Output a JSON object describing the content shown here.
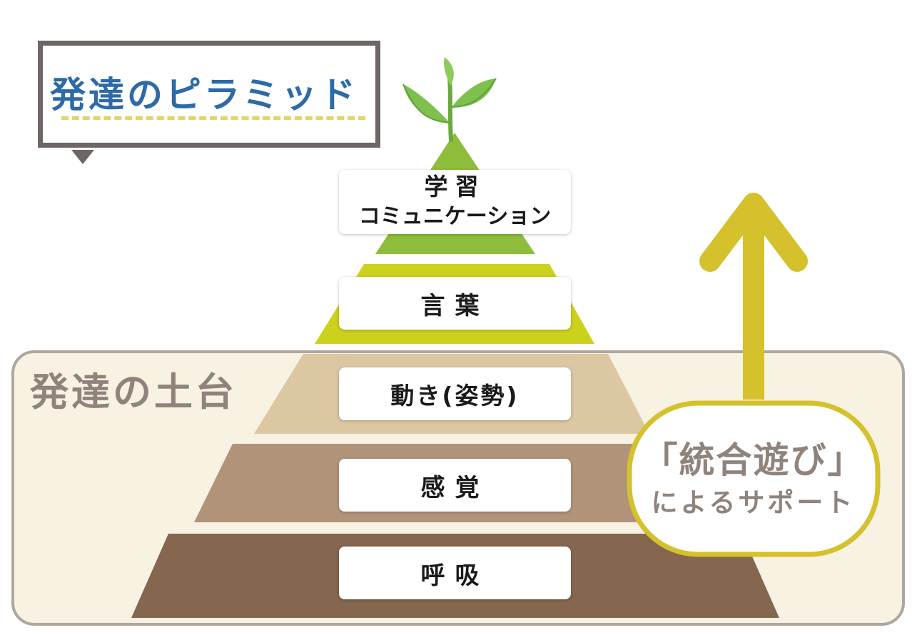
{
  "title": "発達のピラミッド",
  "foundation_label": "発達の土台",
  "layers": {
    "learning": {
      "line1": "学習",
      "line2": "コミュニケーション"
    },
    "language": "言葉",
    "movement": "動き(姿勢)",
    "senses": "感覚",
    "breathing": "呼吸"
  },
  "support": {
    "line1": "「統合遊び」",
    "line2": "によるサポート"
  },
  "colors": {
    "title_text": "#2d6aa7",
    "title_border": "#6e6664",
    "title_underline": "#e2d467",
    "foundation_panel_bg": "#f7f2e2",
    "foundation_panel_border": "#b0a69d",
    "foundation_label": "#8f837b",
    "layer_learning": "#8dbd3b",
    "layer_language": "#ccd11d",
    "layer_movement": "#dcc7a3",
    "layer_senses": "#b1937a",
    "layer_breathing": "#85664f",
    "arrow": "#d4c12b",
    "support_bubble_border": "#d4c12b",
    "support_text": "#8f837b",
    "sprout_leaf": "#7fbf4e",
    "sprout_leaf_dark": "#5fa13a"
  },
  "icons": [
    "sprout-icon",
    "up-arrow-icon"
  ]
}
